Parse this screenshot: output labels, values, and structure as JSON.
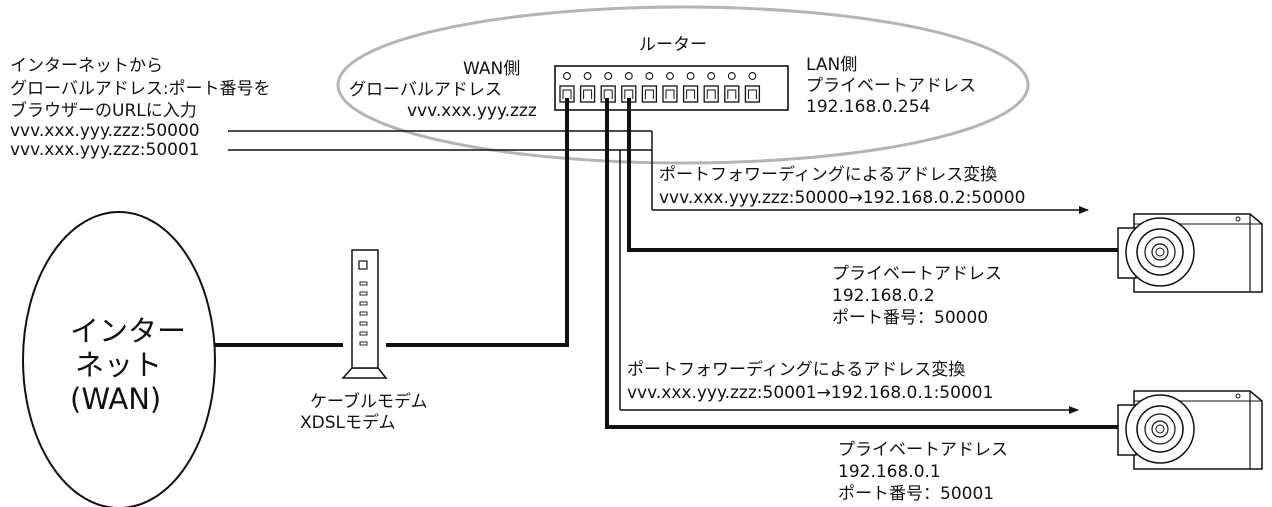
{
  "instruction": {
    "line1": "インターネットから",
    "line2": "グローバルアドレス:ポート番号を",
    "line3": "ブラウザーのURLに入力",
    "url1": "vvv.xxx.yyy.zzz:50000",
    "url2": "vvv.xxx.yyy.zzz:50001"
  },
  "router": {
    "label": "ルーター",
    "wan_side": "WAN側",
    "wan_address_label": "グローバルアドレス",
    "wan_address": "vvv.xxx.yyy.zzz",
    "lan_side": "LAN側",
    "lan_address_label": "プライベートアドレス",
    "lan_address": "192.168.0.254"
  },
  "internet": {
    "line1": "インター",
    "line2": "ネット",
    "line3": "(WAN)"
  },
  "modem": {
    "line1": "ケーブルモデム",
    "line2": "XDSLモデム"
  },
  "forward1": {
    "title": "ポートフォワーディングによるアドレス変換",
    "mapping": "vvv.xxx.yyy.zzz:50000→192.168.0.2:50000"
  },
  "forward2": {
    "title": "ポートフォワーディングによるアドレス変換",
    "mapping": "vvv.xxx.yyy.zzz:50001→192.168.0.1:50001"
  },
  "camera1": {
    "label": "プライベートアドレス",
    "address": "192.168.0.2",
    "port": "ポート番号：50000"
  },
  "camera2": {
    "label": "プライベートアドレス",
    "address": "192.168.0.1",
    "port": "ポート番号：50001"
  }
}
